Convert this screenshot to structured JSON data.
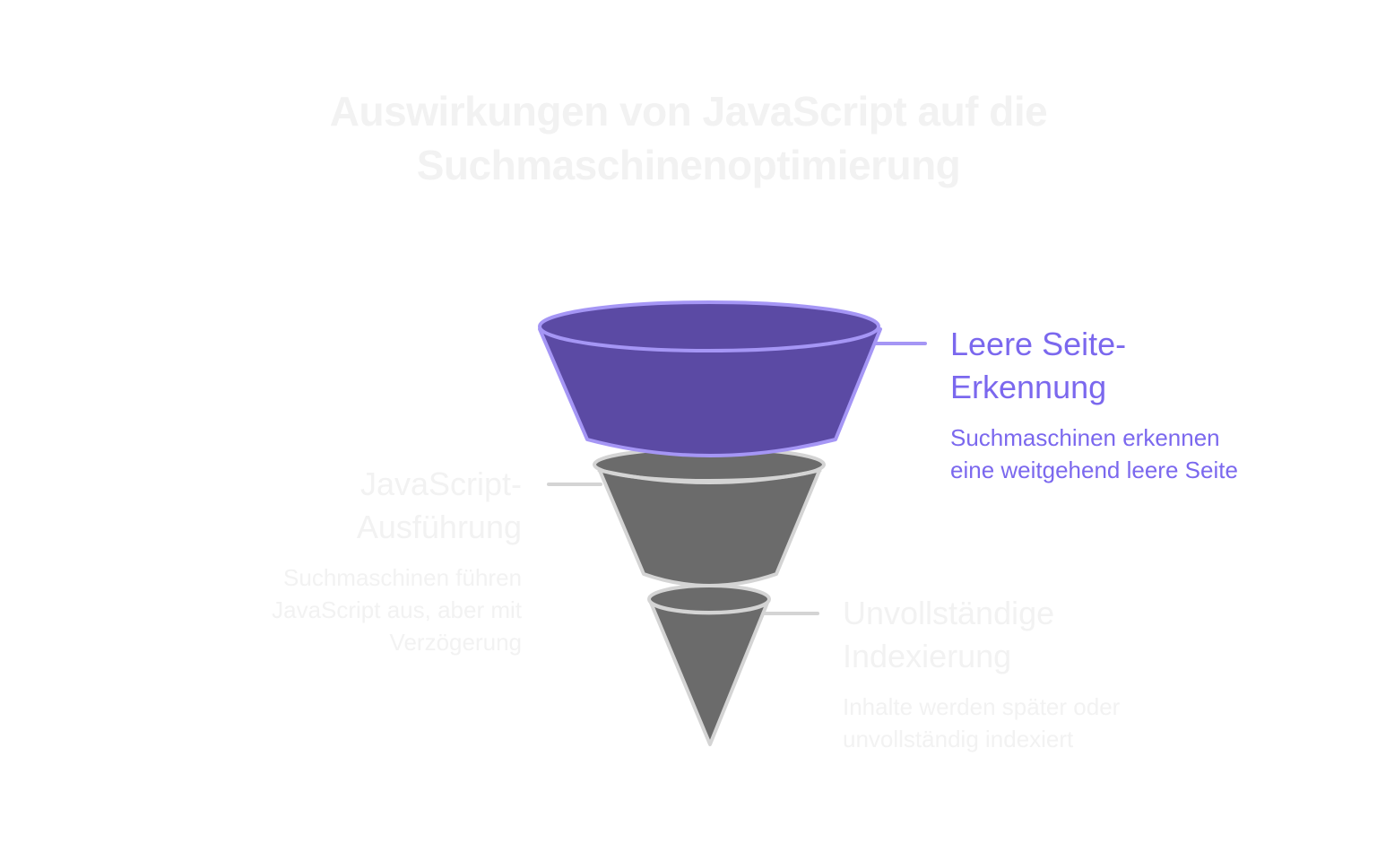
{
  "title": {
    "line1": "Auswirkungen von JavaScript auf die",
    "line2": "Suchmaschinenoptimierung"
  },
  "colors": {
    "active_fill": "#5b4aa4",
    "active_stroke": "#a596f5",
    "active_text": "#7b68ee",
    "inactive_fill": "#6b6b6b",
    "inactive_stroke": "#d4d4d4",
    "faded_text": "#f2f2f2"
  },
  "stages": [
    {
      "id": "leere-seite-erkennung",
      "state": "active",
      "side": "right",
      "heading_line1": "Leere Seite-",
      "heading_line2": "Erkennung",
      "desc_line1": "Suchmaschinen erkennen",
      "desc_line2": "eine weitgehend leere Seite"
    },
    {
      "id": "javascript-ausfuehrung",
      "state": "inactive",
      "side": "left",
      "heading_line1": "JavaScript-",
      "heading_line2": "Ausführung",
      "desc_line1": "Suchmaschinen führen",
      "desc_line2": "JavaScript aus, aber mit",
      "desc_line3": "Verzögerung"
    },
    {
      "id": "unvollstaendige-indexierung",
      "state": "inactive",
      "side": "right",
      "heading_line1": "Unvollständige",
      "heading_line2": "Indexierung",
      "desc_line1": "Inhalte werden später oder",
      "desc_line2": "unvollständig indexiert"
    }
  ]
}
